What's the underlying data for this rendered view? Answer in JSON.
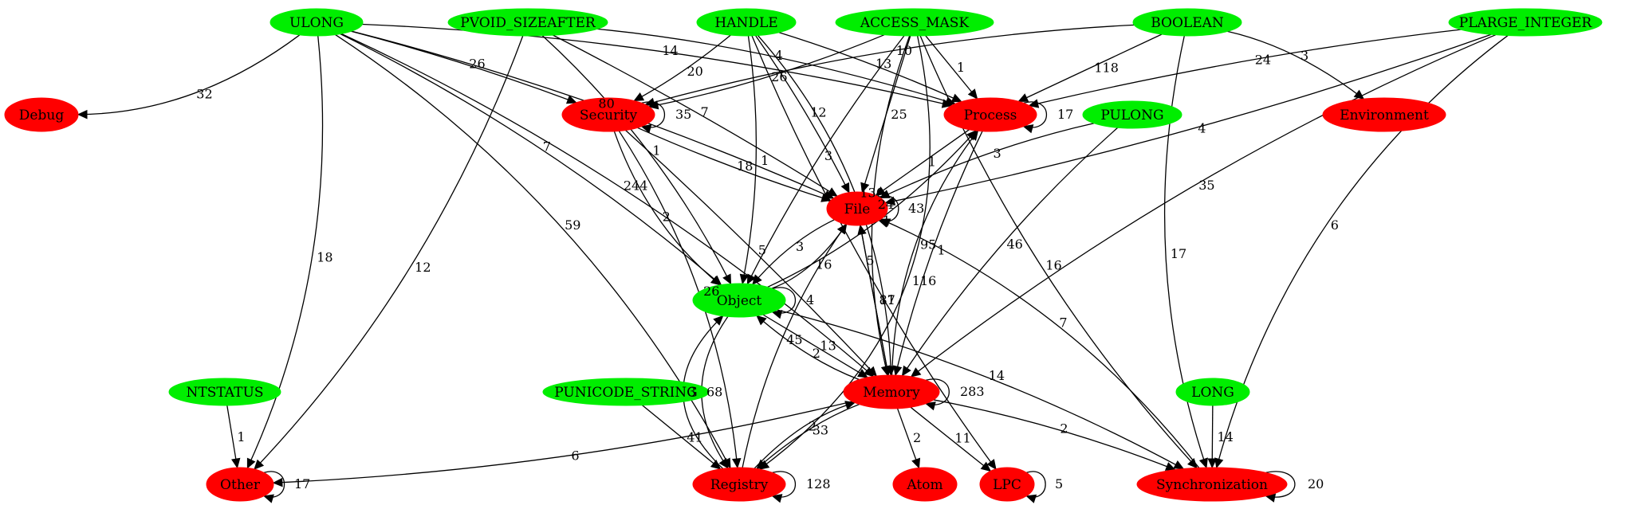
{
  "colors": {
    "type_node": "#00ee00",
    "category_node": "#ff0000",
    "edge": "#000000"
  },
  "nodes": {
    "ULONG": "ULONG",
    "PVOID_SIZEAFTER": "PVOID_SIZEAFTER",
    "HANDLE": "HANDLE",
    "ACCESS_MASK": "ACCESS_MASK",
    "BOOLEAN": "BOOLEAN",
    "PLARGE_INTEGER": "PLARGE_INTEGER",
    "Debug": "Debug",
    "Security": "Security",
    "Process": "Process",
    "PULONG": "PULONG",
    "Environment": "Environment",
    "File": "File",
    "Object": "Object",
    "NTSTATUS": "NTSTATUS",
    "PUNICODE_STRING": "PUNICODE_STRING",
    "Memory": "Memory",
    "LONG": "LONG",
    "Other": "Other",
    "Registry": "Registry",
    "Atom": "Atom",
    "LPC": "LPC",
    "Synchronization": "Synchronization"
  },
  "node_kinds": {
    "ULONG": "type",
    "PVOID_SIZEAFTER": "type",
    "HANDLE": "type",
    "ACCESS_MASK": "type",
    "BOOLEAN": "type",
    "PLARGE_INTEGER": "type",
    "PULONG": "type",
    "NTSTATUS": "type",
    "PUNICODE_STRING": "type",
    "LONG": "type",
    "Object": "type",
    "Debug": "category",
    "Security": "category",
    "Process": "category",
    "Environment": "category",
    "File": "category",
    "Memory": "category",
    "Other": "category",
    "Registry": "category",
    "Atom": "category",
    "LPC": "category",
    "Synchronization": "category"
  },
  "edges": [
    {
      "from": "ULONG",
      "to": "Debug",
      "label": "32"
    },
    {
      "from": "ULONG",
      "to": "Other",
      "label": "18"
    },
    {
      "from": "ULONG",
      "to": "Security",
      "label": "26"
    },
    {
      "from": "ULONG",
      "to": "File",
      "label": "80"
    },
    {
      "from": "ULONG",
      "to": "Process",
      "label": "14"
    },
    {
      "from": "ULONG",
      "to": "Object",
      "label": "7"
    },
    {
      "from": "ULONG",
      "to": "Memory",
      "label": "244"
    },
    {
      "from": "ULONG",
      "to": "Registry",
      "label": "59"
    },
    {
      "from": "PVOID_SIZEAFTER",
      "to": "Other",
      "label": "12"
    },
    {
      "from": "PVOID_SIZEAFTER",
      "to": "Object",
      "label": "1"
    },
    {
      "from": "PVOID_SIZEAFTER",
      "to": "File",
      "label": "7"
    },
    {
      "from": "PVOID_SIZEAFTER",
      "to": "Process",
      "label": "4"
    },
    {
      "from": "HANDLE",
      "to": "Security",
      "label": "20"
    },
    {
      "from": "HANDLE",
      "to": "Object",
      "label": "1"
    },
    {
      "from": "HANDLE",
      "to": "File",
      "label": "12"
    },
    {
      "from": "HANDLE",
      "to": "Process",
      "label": "13"
    },
    {
      "from": "HANDLE",
      "to": "Memory",
      "label": "130"
    },
    {
      "from": "HANDLE",
      "to": "LPC",
      "label": "5"
    },
    {
      "from": "ACCESS_MASK",
      "to": "Security",
      "label": "26"
    },
    {
      "from": "ACCESS_MASK",
      "to": "Object",
      "label": "3"
    },
    {
      "from": "ACCESS_MASK",
      "to": "File",
      "label": "25"
    },
    {
      "from": "ACCESS_MASK",
      "to": "Process",
      "label": "1"
    },
    {
      "from": "ACCESS_MASK",
      "to": "Memory",
      "label": "24"
    },
    {
      "from": "ACCESS_MASK",
      "to": "Synchronization",
      "label": "16"
    },
    {
      "from": "ACCESS_MASK",
      "to": "Registry",
      "label": "116"
    },
    {
      "from": "BOOLEAN",
      "to": "Security",
      "label": "10"
    },
    {
      "from": "BOOLEAN",
      "to": "Process",
      "label": "118"
    },
    {
      "from": "BOOLEAN",
      "to": "Environment",
      "label": "3"
    },
    {
      "from": "BOOLEAN",
      "to": "Synchronization",
      "label": "17"
    },
    {
      "from": "PLARGE_INTEGER",
      "to": "Process",
      "label": "24"
    },
    {
      "from": "PLARGE_INTEGER",
      "to": "File",
      "label": "4"
    },
    {
      "from": "PLARGE_INTEGER",
      "to": "Memory",
      "label": "35"
    },
    {
      "from": "PLARGE_INTEGER",
      "to": "Synchronization",
      "label": "6"
    },
    {
      "from": "Security",
      "to": "Security",
      "label": "35"
    },
    {
      "from": "Security",
      "to": "File",
      "label": "18"
    },
    {
      "from": "Security",
      "to": "Object",
      "label": "2"
    },
    {
      "from": "Security",
      "to": "Memory",
      "label": "5"
    },
    {
      "from": "Security",
      "to": "Registry",
      "label": "26"
    },
    {
      "from": "Process",
      "to": "Process",
      "label": "17"
    },
    {
      "from": "Process",
      "to": "File",
      "label": "1"
    },
    {
      "from": "Process",
      "to": "Memory",
      "label": "1"
    },
    {
      "from": "PULONG",
      "to": "File",
      "label": "3"
    },
    {
      "from": "PULONG",
      "to": "Memory",
      "label": "46"
    },
    {
      "from": "File",
      "to": "File",
      "label": "43"
    },
    {
      "from": "File",
      "to": "Object",
      "label": "3"
    },
    {
      "from": "File",
      "to": "Memory",
      "label": "11"
    },
    {
      "from": "Object",
      "to": "Object",
      "label": "4"
    },
    {
      "from": "Object",
      "to": "File",
      "label": "16"
    },
    {
      "from": "Object",
      "to": "Process",
      "label": "1"
    },
    {
      "from": "Object",
      "to": "Memory",
      "label": "13"
    },
    {
      "from": "Object",
      "to": "Registry",
      "label": "68"
    },
    {
      "from": "Object",
      "to": "Synchronization",
      "label": "14"
    },
    {
      "from": "NTSTATUS",
      "to": "Other",
      "label": "1"
    },
    {
      "from": "PUNICODE_STRING",
      "to": "Registry",
      "label": "41"
    },
    {
      "from": "Memory",
      "to": "Memory",
      "label": "283"
    },
    {
      "from": "Memory",
      "to": "File",
      "label": "87"
    },
    {
      "from": "Memory",
      "to": "Object",
      "label": "2"
    },
    {
      "from": "Memory",
      "to": "Process",
      "label": "95"
    },
    {
      "from": "Memory",
      "to": "Other",
      "label": "6"
    },
    {
      "from": "Memory",
      "to": "Registry",
      "label": "33"
    },
    {
      "from": "Memory",
      "to": "Atom",
      "label": "2"
    },
    {
      "from": "Memory",
      "to": "LPC",
      "label": "11"
    },
    {
      "from": "Memory",
      "to": "Synchronization",
      "label": "2"
    },
    {
      "from": "Registry",
      "to": "Registry",
      "label": "128"
    },
    {
      "from": "Registry",
      "to": "File",
      "label": "45"
    },
    {
      "from": "Registry",
      "to": "Memory",
      "label": "2"
    },
    {
      "from": "Registry",
      "to": "Object",
      "label": "3"
    },
    {
      "from": "LPC",
      "to": "LPC",
      "label": "5"
    },
    {
      "from": "LONG",
      "to": "Synchronization",
      "label": "14"
    },
    {
      "from": "Synchronization",
      "to": "Synchronization",
      "label": "20"
    },
    {
      "from": "Synchronization",
      "to": "File",
      "label": "7"
    },
    {
      "from": "Other",
      "to": "Other",
      "label": "17"
    }
  ]
}
